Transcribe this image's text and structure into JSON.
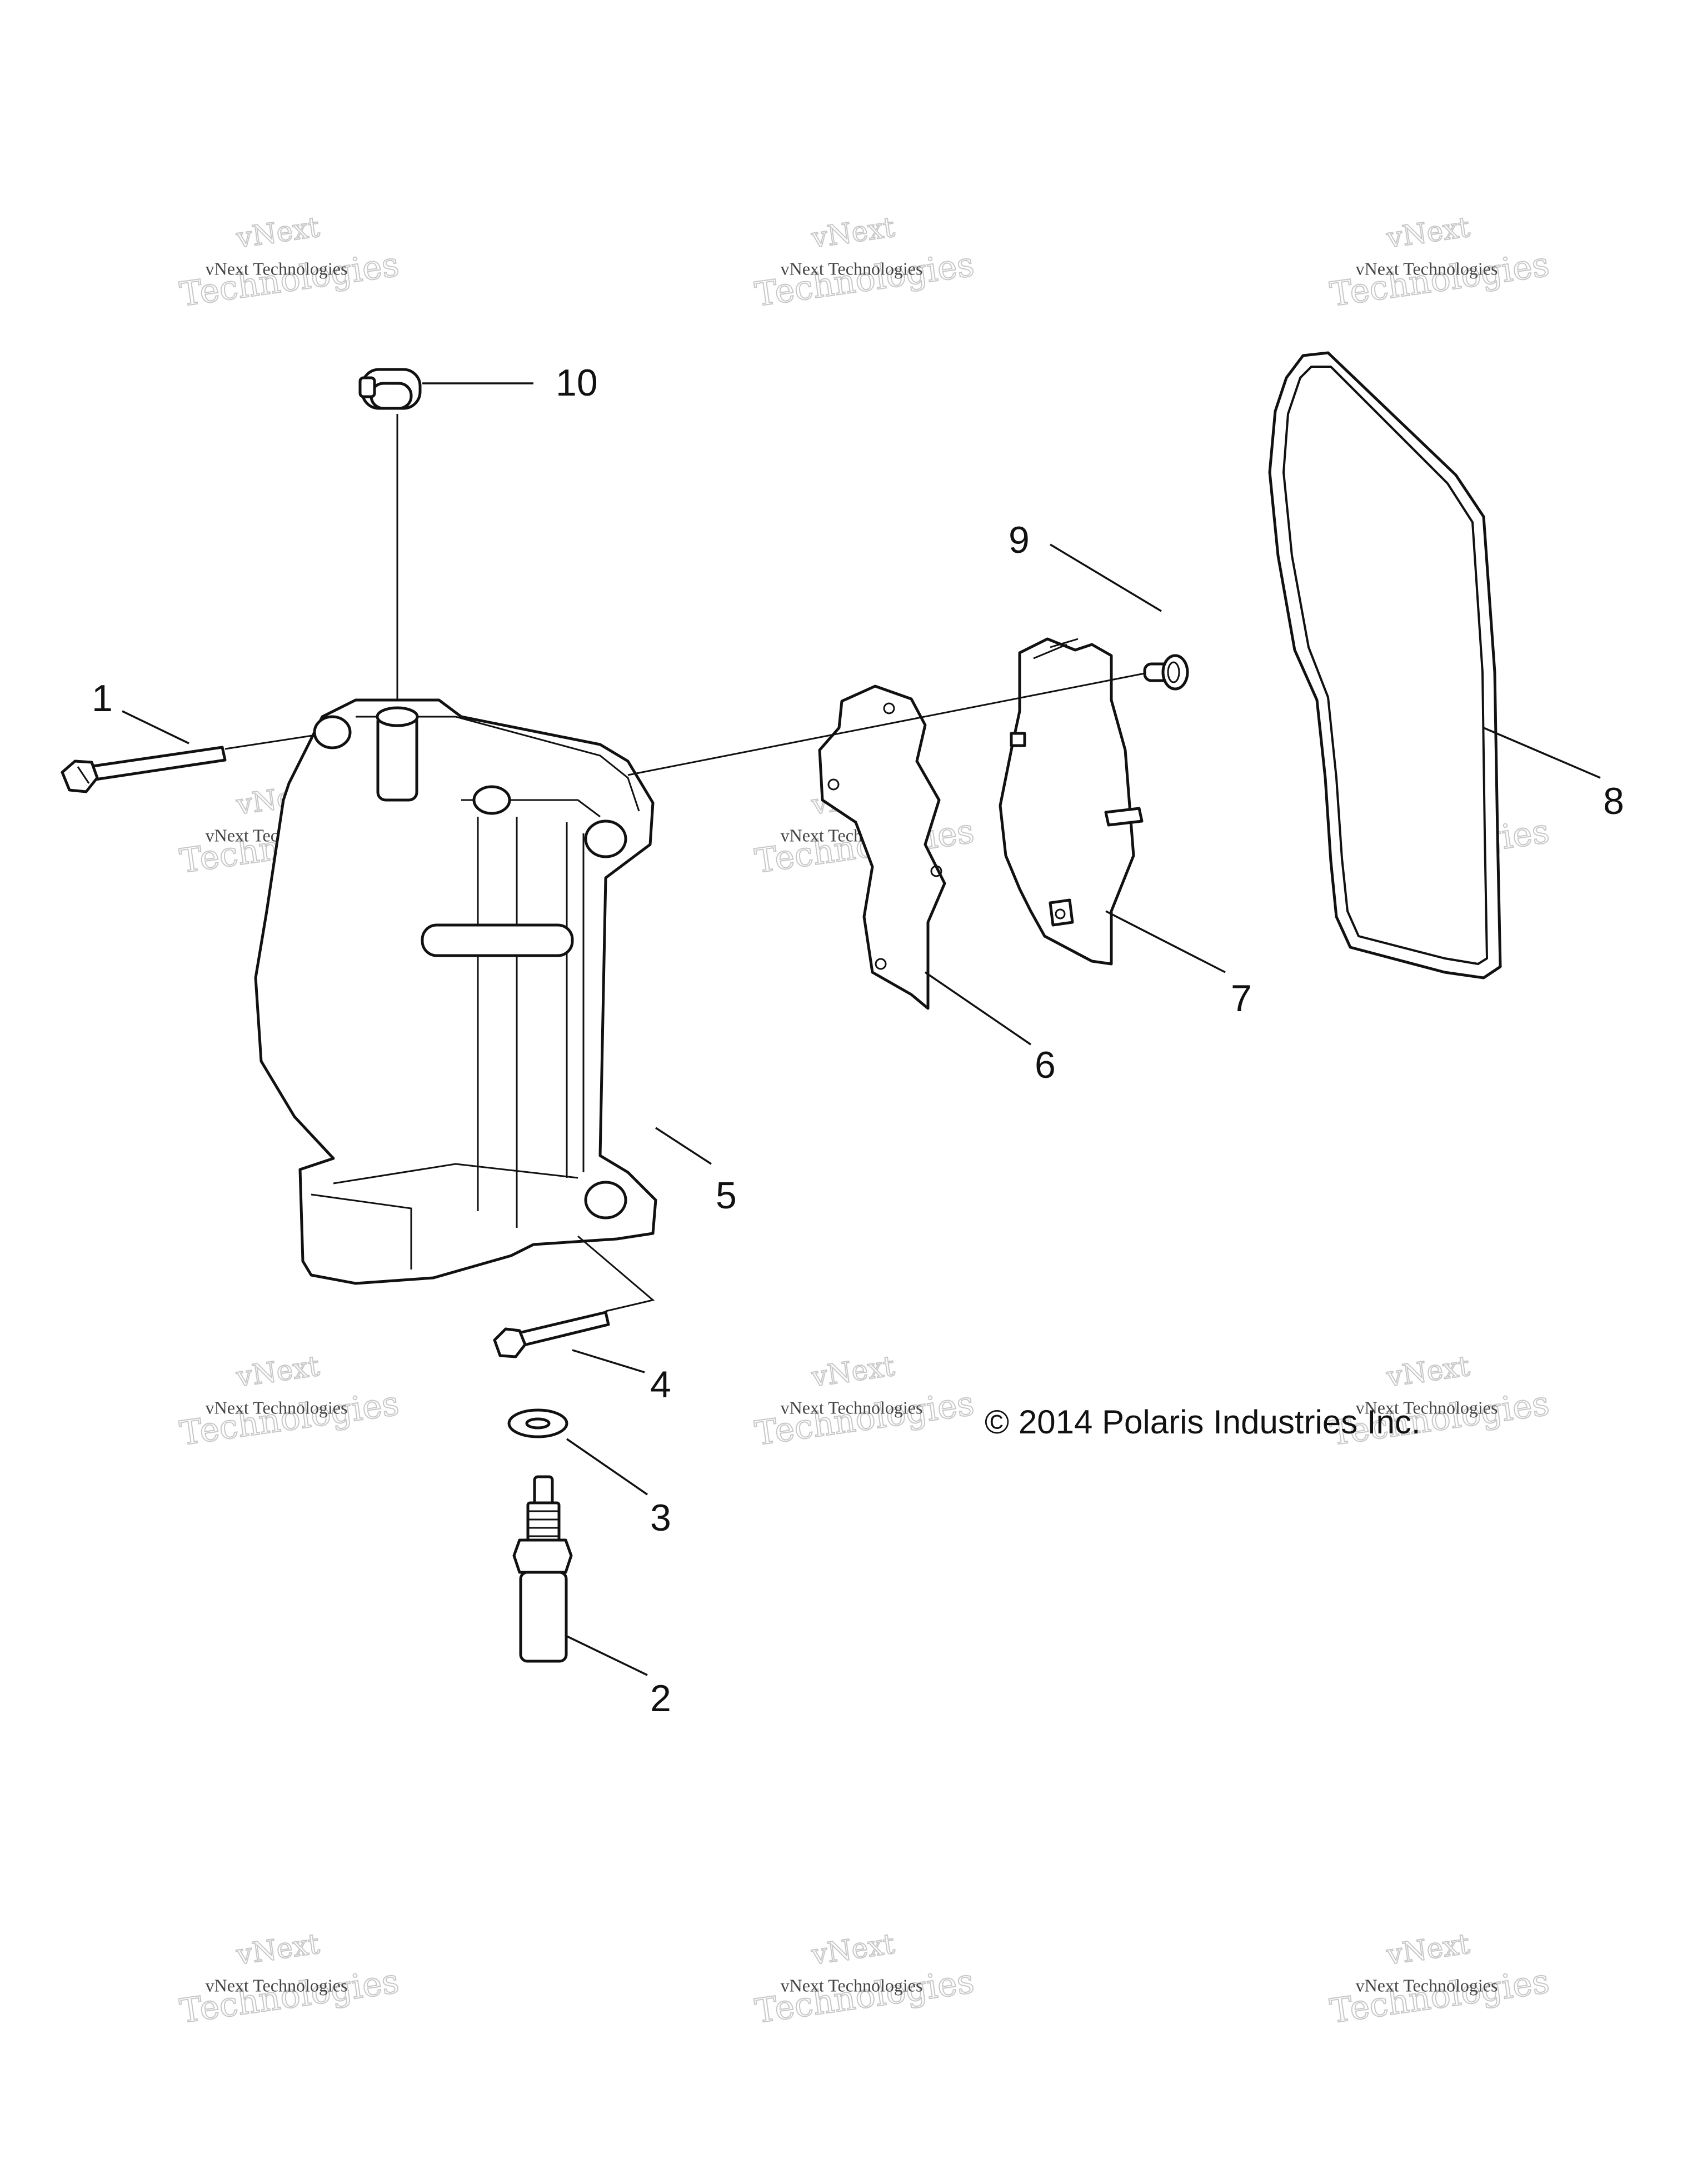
{
  "diagram": {
    "callouts": [
      "1",
      "2",
      "3",
      "4",
      "5",
      "6",
      "7",
      "8",
      "9",
      "10"
    ],
    "copyright": "© 2014 Polaris Industries Inc.",
    "watermark": {
      "line0": "vNext",
      "line1": "vNext Technologies",
      "line2": "Technologies"
    }
  }
}
